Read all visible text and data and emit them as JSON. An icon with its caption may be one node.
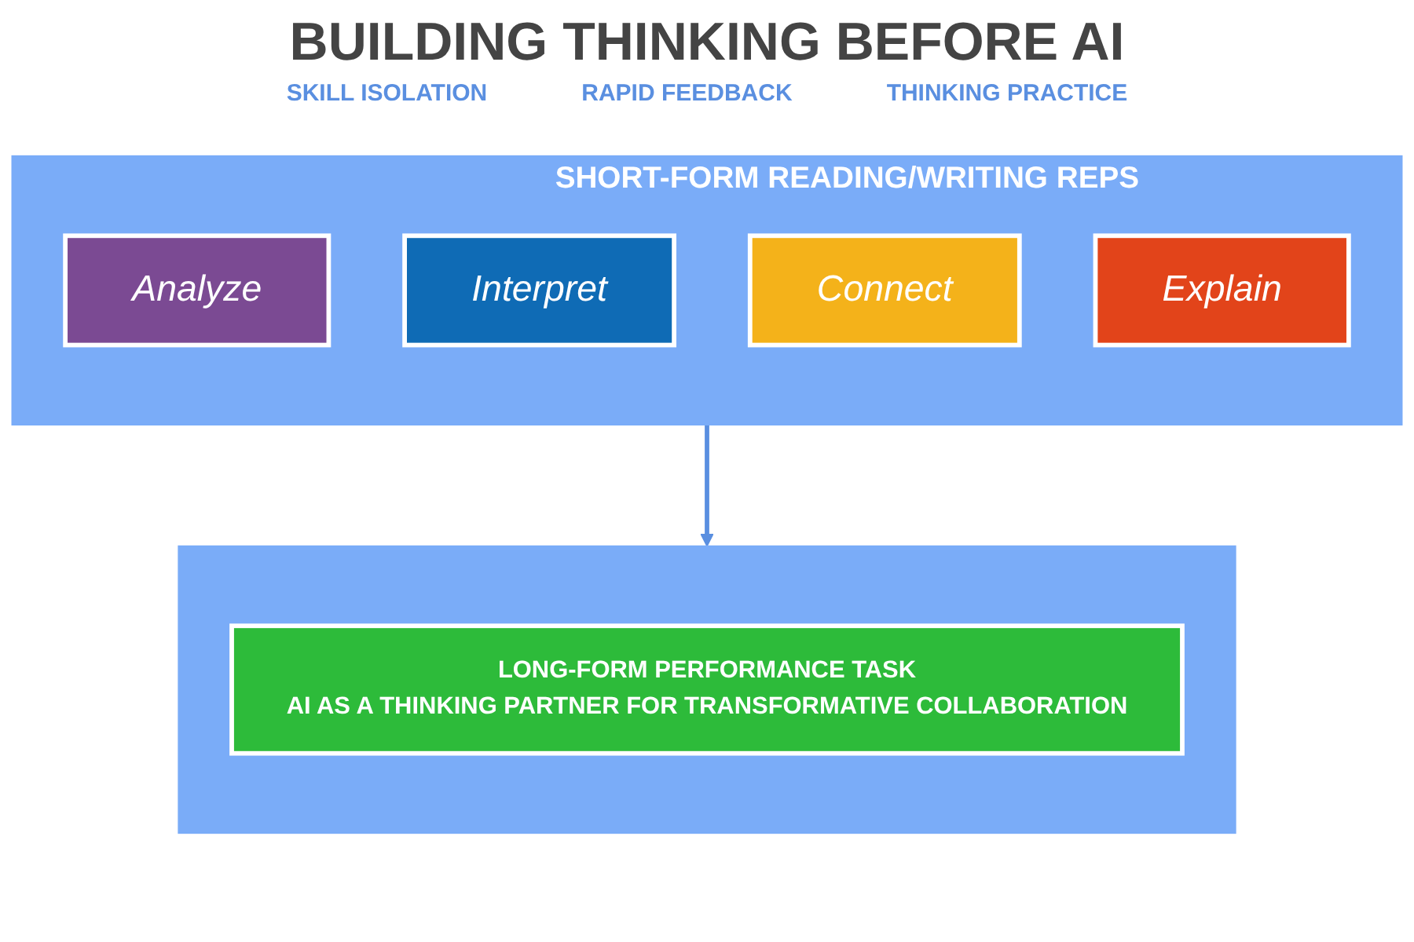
{
  "diagram": {
    "title": "BUILDING THINKING BEFORE AI",
    "nodes": [
      {
        "text": [
          "SHORT-FORM READING/WRITING REPS"
        ]
      },
      {
        "text": [
          "Analyze"
        ],
        "in": 0
      },
      {
        "text": [
          "Interpret"
        ],
        "in": 0
      },
      {
        "text": [
          "Connect"
        ],
        "in": 0
      },
      {
        "text": [
          "Explain"
        ],
        "in": 0
      },
      {
        "text": [],
        "shape": "box"
      },
      {
        "text": [
          "LONG-FORM PERFORMANCE TASK",
          "AI AS A THINKING PARTNER FOR TRANSFORMATIVE COLLABORATION"
        ],
        "in": 5
      }
    ],
    "edges": [
      {
        "from": 0,
        "to": 5,
        "arrow": "to"
      }
    ],
    "labels": [
      "SKILL ISOLATION",
      "RAPID FEEDBACK",
      "THINKING PRACTICE"
    ]
  }
}
